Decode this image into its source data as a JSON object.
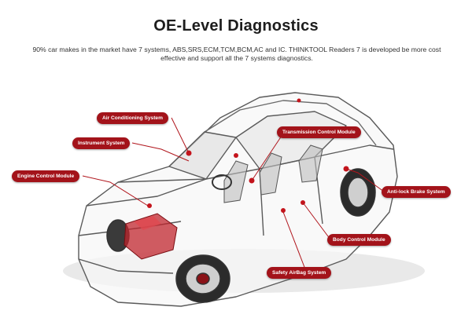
{
  "header": {
    "title": "OE-Level Diagnostics",
    "description": "90% car makes in the market have 7 systems, ABS,SRS,ECM,TCM,BCM,AC and IC. THINKTOOL Readers 7 is developed be more cost effective and support all the 7 systems diagnostics."
  },
  "callouts": {
    "air_conditioning": "Air Conditioning System",
    "instrument": "Instrument System",
    "engine_control": "Engine Control Module",
    "transmission_control": "Transmission Control Module",
    "anti_lock_brake": "Anti-lock Brake System",
    "body_control": "Body Control Module",
    "safety_airbag": "Safety AirBag System"
  },
  "colors": {
    "callout_background": "#a3131a",
    "callout_text": "#ffffff",
    "leader_line": "#b0151c",
    "car_outline": "#5a5a5a"
  }
}
